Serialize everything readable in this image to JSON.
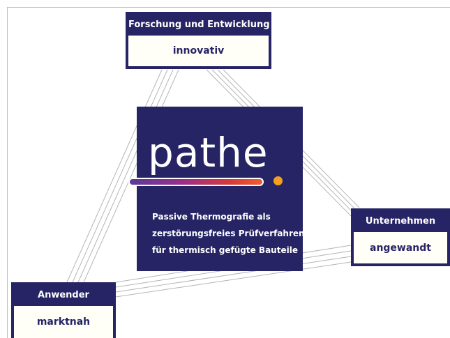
{
  "boxes": {
    "forschung": {
      "title": "Forschung und Entwicklung",
      "value": "innovativ"
    },
    "unternehmen": {
      "title": "Unternehmen",
      "value": "angewandt"
    },
    "anwender": {
      "title": "Anwender",
      "value": "marktnah"
    }
  },
  "center": {
    "logo": "pathe",
    "tagline": [
      "Passive Thermografie als",
      "zerstörungsfreies Prüfverfahren",
      "für thermisch gefügte Bauteile"
    ]
  },
  "colors": {
    "navy": "#262465",
    "accent_orange": "#f3a01f",
    "gradient": [
      "#5b3a97",
      "#9a2f8a",
      "#d53a3a",
      "#ee5e2d"
    ]
  }
}
